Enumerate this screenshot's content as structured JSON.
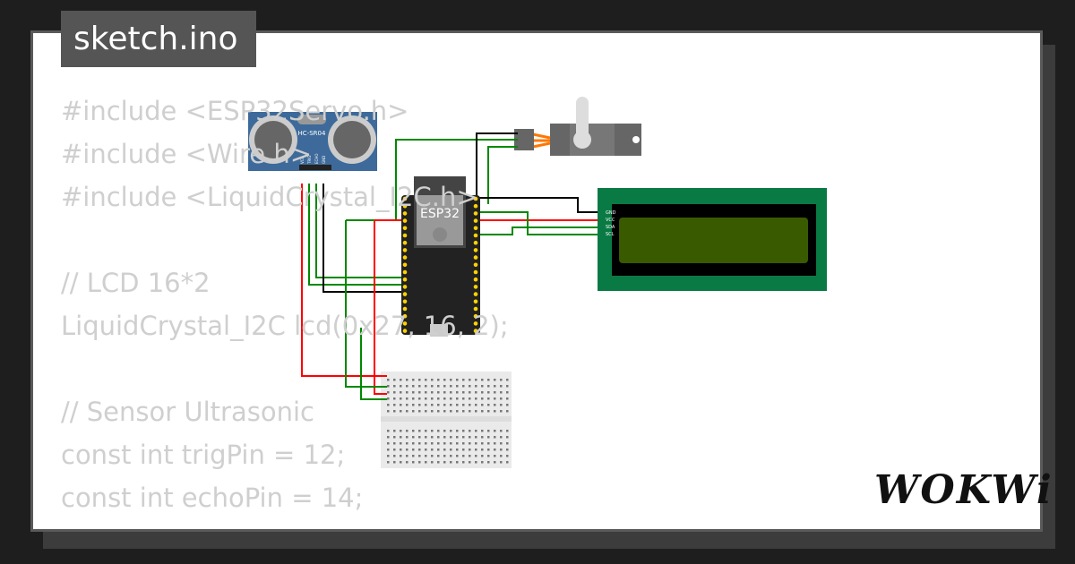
{
  "file_tab": {
    "title": "sketch.ino"
  },
  "code_lines": [
    "#include <ESP32Servo.h>",
    "#include <Wire.h>",
    "#include <LiquidCrystal_I2C.h>",
    "",
    "// LCD 16*2",
    "LiquidCrystal_I2C lcd(0x27, 16, 2);",
    "",
    "// Sensor Ultrasonic",
    "const int trigPin = 12;",
    "const int echoPin = 14;"
  ],
  "components": {
    "ultrasonic": {
      "label": "HC-SR04",
      "pins": [
        "VCC",
        "TRIG",
        "ECHO",
        "GND"
      ]
    },
    "esp32": {
      "label": "ESP32"
    },
    "lcd": {
      "pins": [
        "GND",
        "VCC",
        "SDA",
        "SCL"
      ]
    }
  },
  "wire_colors": {
    "gnd": "#000000",
    "vcc": "#ff0000",
    "signal": "#008000",
    "servo": "#ff7700"
  },
  "brand": {
    "logo": "WOKWi"
  }
}
